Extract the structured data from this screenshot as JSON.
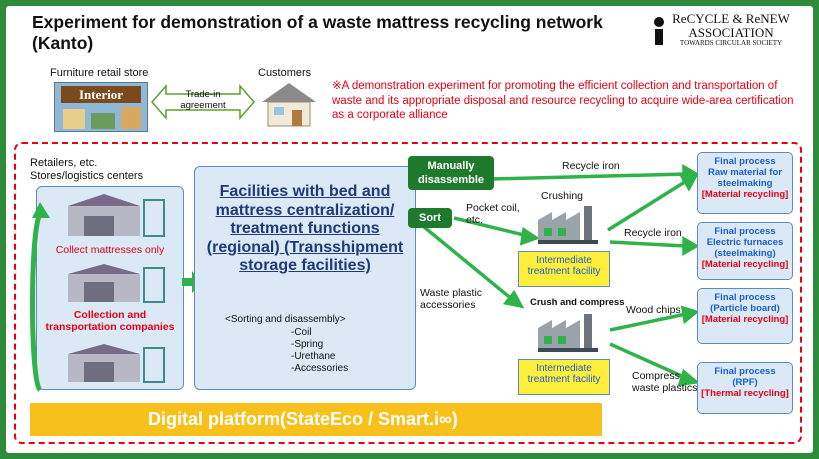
{
  "header": {
    "title": "Experiment for demonstration of a waste mattress recycling network (Kanto)",
    "logo_line1": "ReCYCLE & ReNEW",
    "logo_line2": "ASSOCIATION",
    "logo_line3": "TOWARDS CIRCULAR SOCIETY"
  },
  "top": {
    "retail_label": "Furniture retail store",
    "store_sign": "Interior",
    "agreement": "Trade-in agreement",
    "customers_label": "Customers",
    "note": "※A demonstration experiment for promoting the efficient collection and transportation of waste and its appropriate disposal and resource recycling to acquire wide-area certification as a corporate alliance"
  },
  "left": {
    "label_line1": "Retailers, etc.",
    "label_line2": "Stores/logistics centers",
    "collect_only": "Collect mattresses only",
    "companies": "Collection and transportation companies"
  },
  "center": {
    "title": "Facilities with bed and mattress centralization/ treatment functions (regional) (Transshipment storage facilities)",
    "sub_heading": "<Sorting and disassembly>",
    "items": [
      "-Coil",
      "-Spring",
      "-Urethane",
      "-Accessories"
    ]
  },
  "flow": {
    "manual": "Manually disassemble",
    "sort": "Sort",
    "recycle_iron_1": "Recycle iron",
    "crushing": "Crushing",
    "pocket_coil": "Pocket coil, etc.",
    "recycle_iron_2": "Recycle iron",
    "intermediate_1": "Intermediate treatment facility",
    "waste_plastic": "Waste plastic accessories",
    "crush_compress": "Crush and compress",
    "wood_chips": "Wood chips",
    "intermediate_2": "Intermediate treatment facility",
    "compress_waste": "Compress waste plastics"
  },
  "final": [
    {
      "head": "Final process",
      "body": "Raw material for steelmaking",
      "tag": "[Material recycling]"
    },
    {
      "head": "Final process",
      "body": "Electric furnaces (steelmaking)",
      "tag": "[Material recycling]"
    },
    {
      "head": "Final process",
      "body": "(Particle board)",
      "tag": "[Material recycling]"
    },
    {
      "head": "Final process",
      "body": "(RPF)",
      "tag": "[Thermal recycling]"
    }
  ],
  "platform": "Digital platform(StateEco / Smart.i∞)",
  "colors": {
    "green": "#2e8b3a",
    "red": "#e60012",
    "yellow": "#f7c01a",
    "light_blue": "#dbe9f7",
    "blue_text": "#1a5fd0"
  }
}
